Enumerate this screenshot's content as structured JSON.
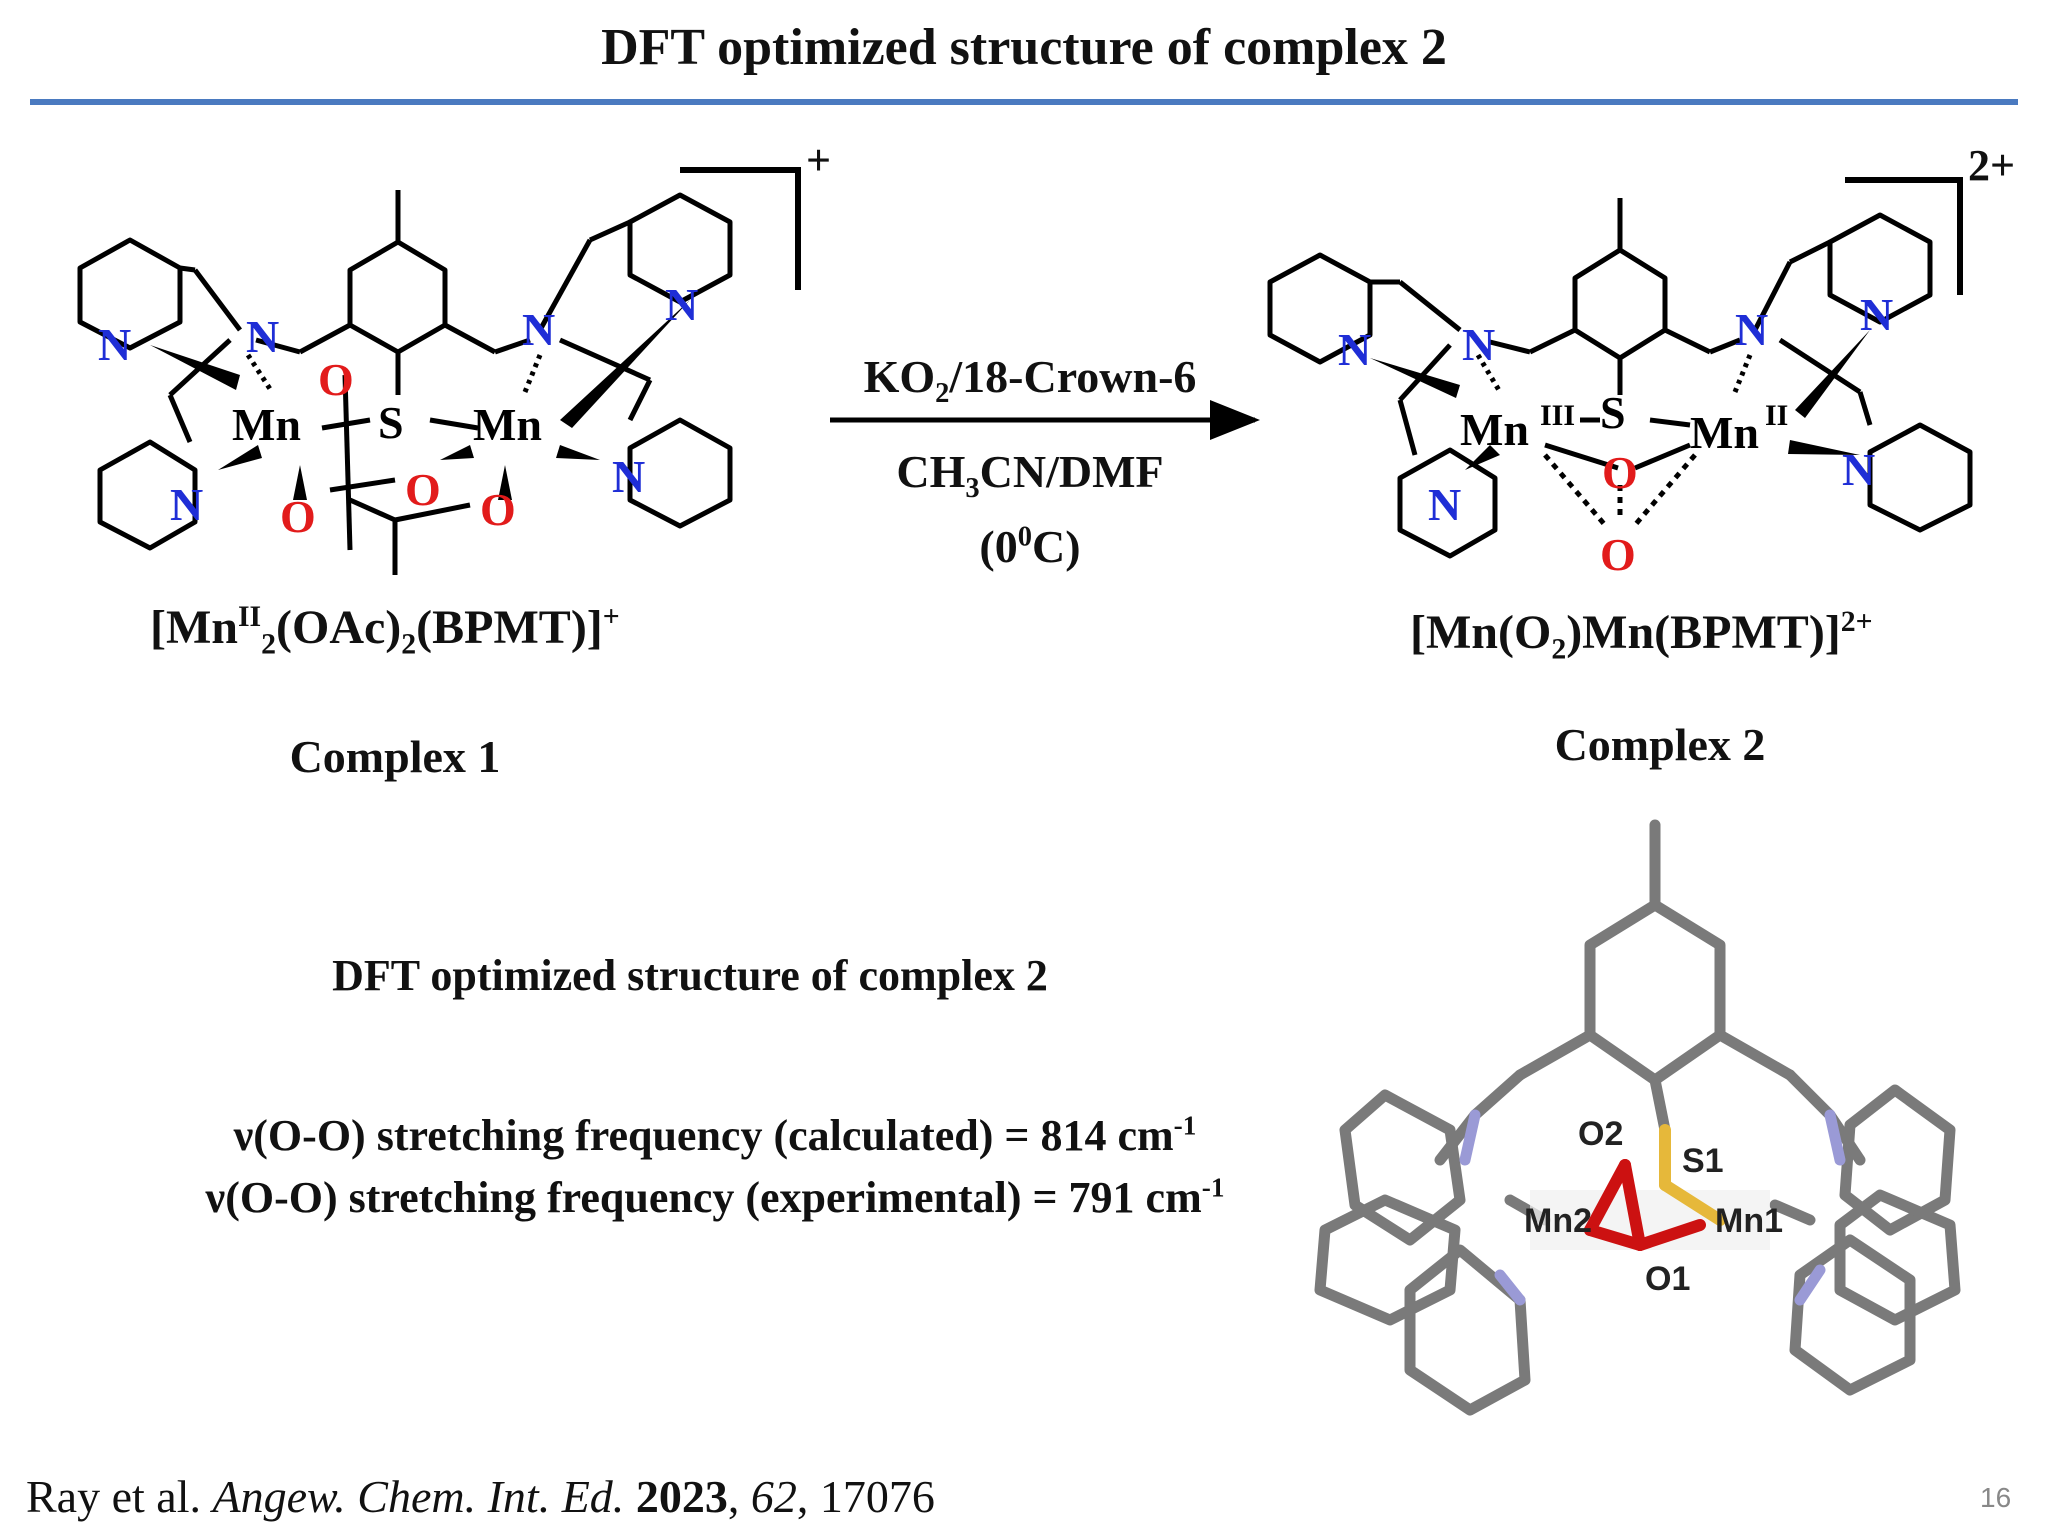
{
  "slide": {
    "title": "DFT optimized structure of complex 2",
    "page_number": "16"
  },
  "complex1": {
    "charge": "+",
    "formula_a": "[Mn",
    "formula_ox": "II",
    "formula_b": "2",
    "formula_c": "(OAc)",
    "formula_d": "2",
    "formula_e": "(BPMT)]",
    "formula_charge": "+",
    "name": "Complex 1"
  },
  "complex2": {
    "charge": "2+",
    "formula_a": "[Mn(O",
    "formula_b": "2",
    "formula_c": ")Mn(BPMT)]",
    "formula_charge": "2+",
    "name": "Complex 2"
  },
  "reaction": {
    "reagent_a": "KO",
    "reagent_sub": "2",
    "reagent_b": "/18-Crown-6",
    "solvent_a": "CH",
    "solvent_sub": "3",
    "solvent_b": "CN/DMF",
    "temp_a": "(0",
    "temp_sup": "0",
    "temp_b": "C)"
  },
  "atoms": {
    "mn": "Mn",
    "s": "S",
    "n": "N",
    "o": "O",
    "ox3": "III",
    "ox2": "II"
  },
  "dft": {
    "heading": "DFT optimized structure of complex 2",
    "calc_text": "ν(O-O) stretching frequency (calculated) = 814 cm",
    "calc_sup": "-1",
    "exp_text": "ν(O-O) stretching frequency (experimental) = 791 cm",
    "exp_sup": "-1",
    "labels": {
      "o2": "O2",
      "s1": "S1",
      "mn2": "Mn2",
      "mn1": "Mn1",
      "o1": "O1"
    }
  },
  "citation": {
    "authors": "Ray et al. ",
    "journal": "Angew. Chem. Int. Ed.",
    "year": "2023",
    "volume": "62",
    "pages": "17076"
  },
  "colors": {
    "rule": "#4a7ac0",
    "nitrogen": "#1f2ed6",
    "oxygen": "#e21b1b",
    "bond": "#000000",
    "tube": "#7a7a7a",
    "tube_n": "#9a9ad6",
    "tube_o": "#cc1111",
    "tube_s": "#e6b83a"
  }
}
